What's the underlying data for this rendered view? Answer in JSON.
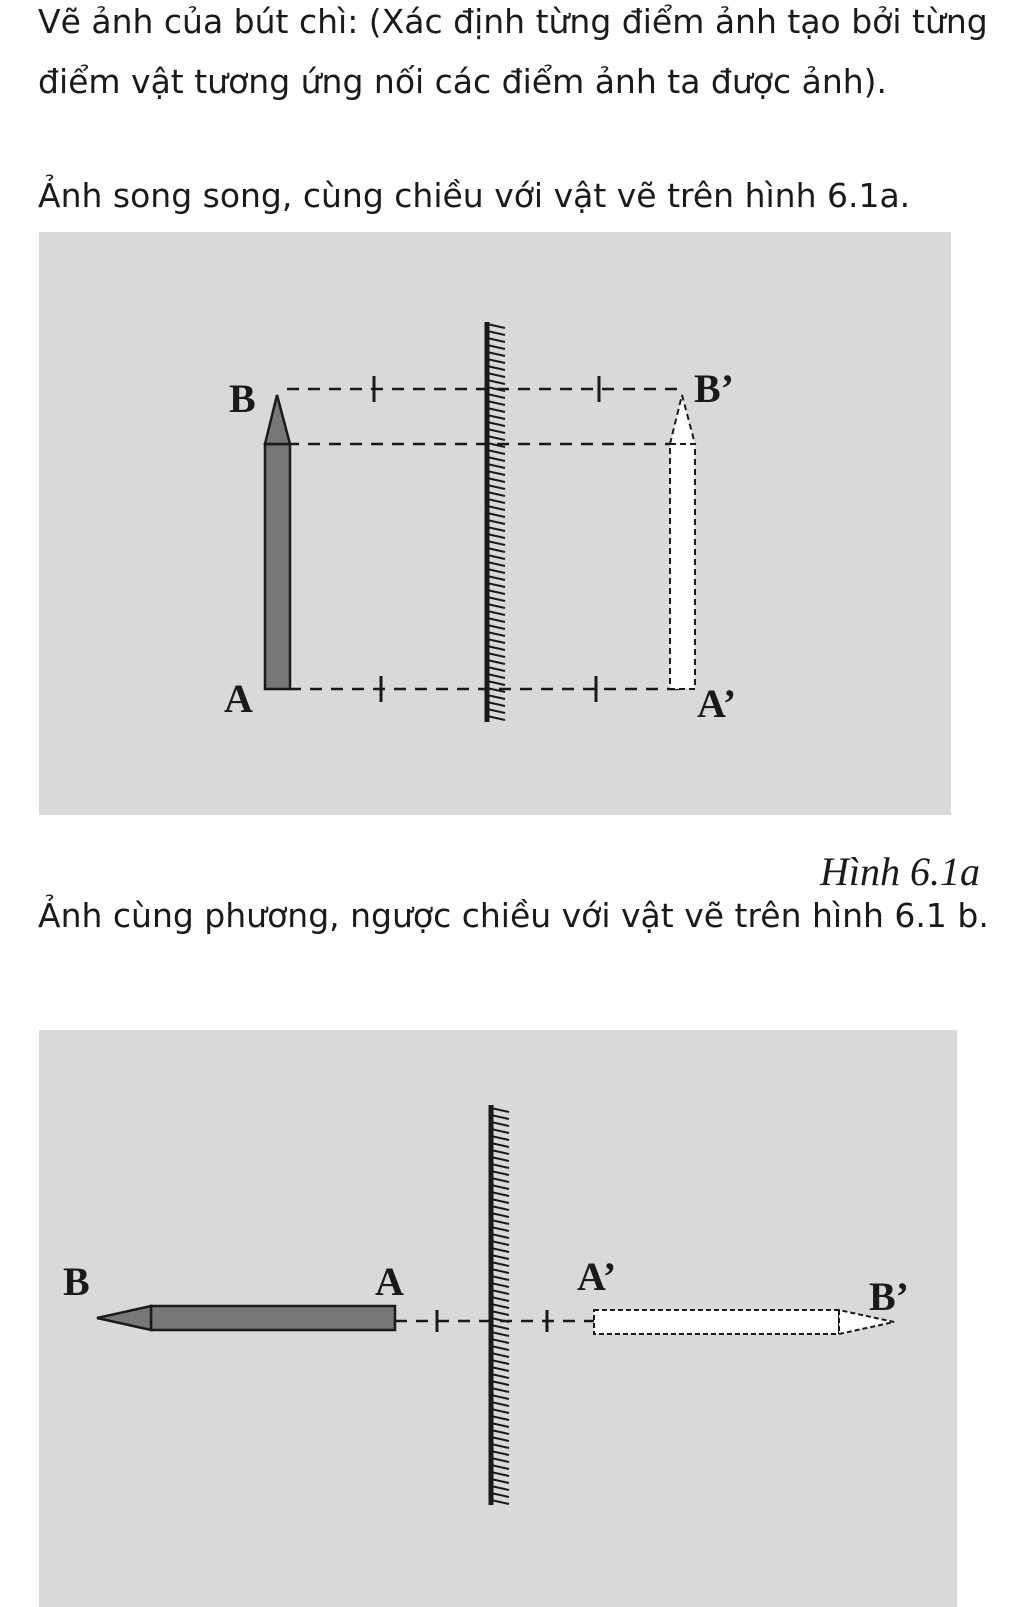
{
  "text": {
    "p1": "Vẽ ảnh của bút chì: (Xác định từng điểm ảnh tạo bởi từng điểm vật tương ứng nối các điểm ảnh ta được ảnh).",
    "p2": "Ảnh song song, cùng chiều với vật vẽ trên hình 6.1a.",
    "p3": "Ảnh cùng phương, ngược chiều với vật vẽ trên hình 6.1 b."
  },
  "figure_a": {
    "caption": "Hình 6.1a",
    "label_B": "B",
    "label_A": "A",
    "label_B_image": "B’",
    "label_A_image": "A’"
  },
  "figure_b": {
    "label_B": "B",
    "label_A": "A",
    "label_A_image": "A’",
    "label_B_image": "B’"
  },
  "colors": {
    "figure_bg": "#d9d9d9",
    "pencil": "#777777",
    "image_fill": "#ffffff",
    "line": "#1a1a1a"
  }
}
